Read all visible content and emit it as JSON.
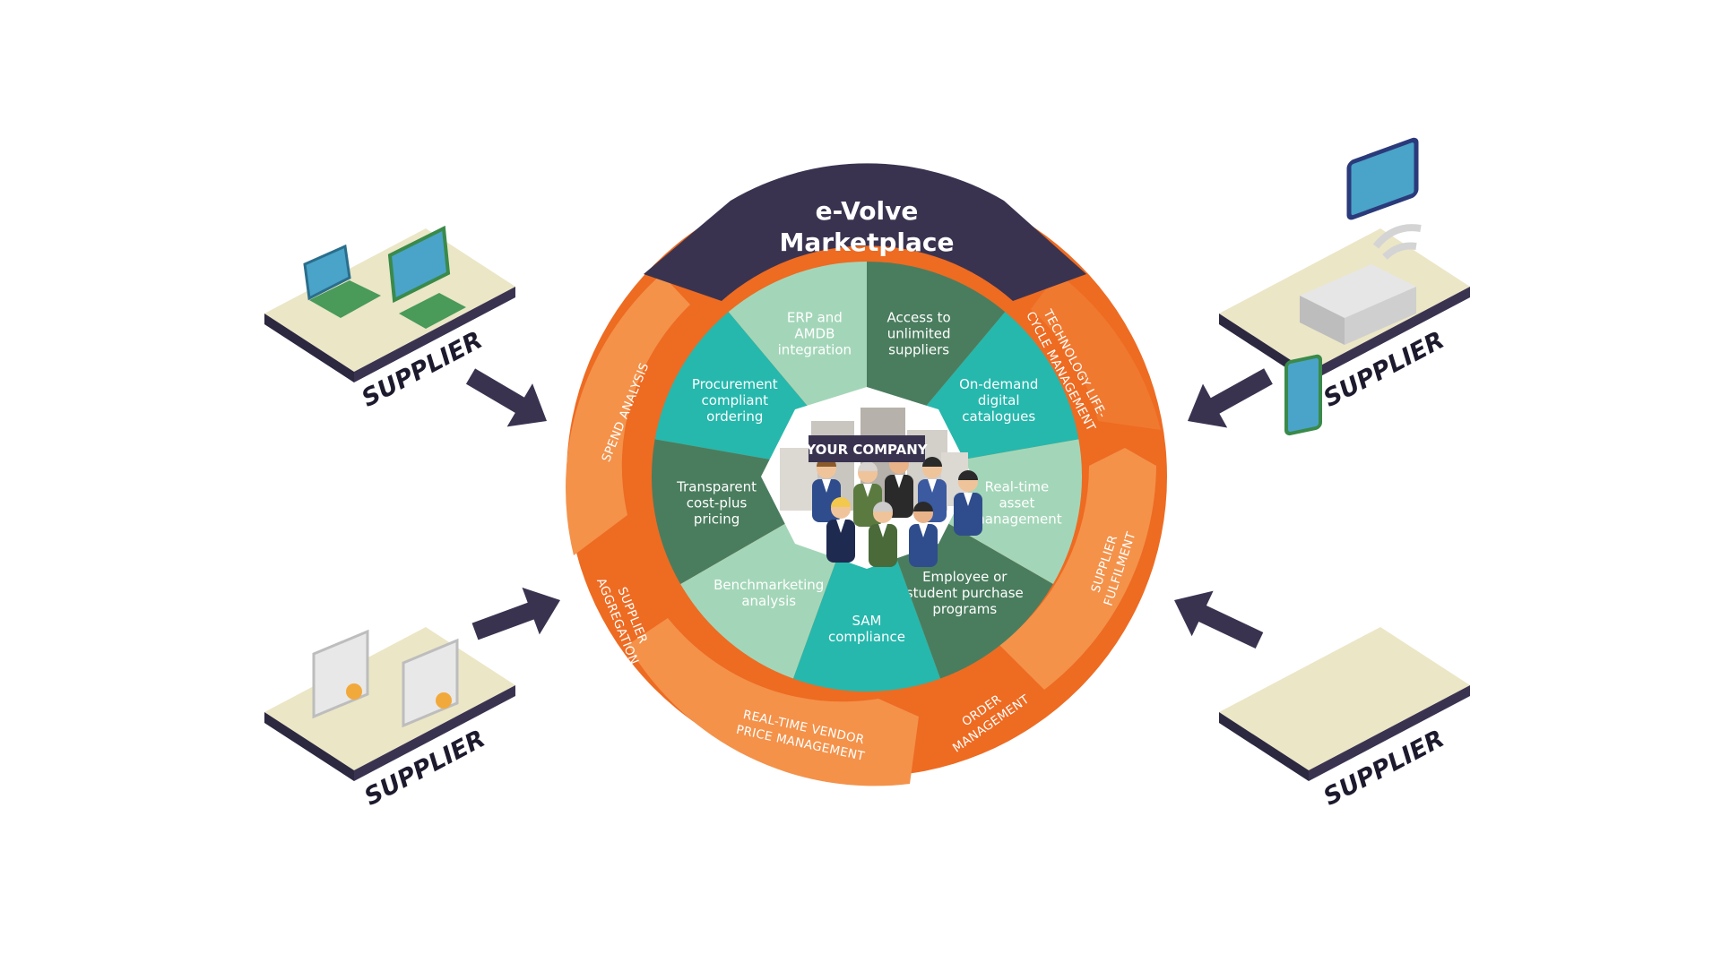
{
  "header": {
    "title_line1": "e-Volve",
    "title_line2": "Marketplace"
  },
  "center": {
    "label": "YOUR COMPANY"
  },
  "segments": [
    {
      "lines": [
        "Access to",
        "unlimited",
        "suppliers"
      ],
      "color": "#4a7d5e"
    },
    {
      "lines": [
        "On-demand",
        "digital",
        "catalogues"
      ],
      "color": "#26b8ad"
    },
    {
      "lines": [
        "Real-time",
        "asset",
        "management"
      ],
      "color": "#a3d6b8"
    },
    {
      "lines": [
        "Employee or",
        "student purchase",
        "programs"
      ],
      "color": "#4a7d5e"
    },
    {
      "lines": [
        "SAM",
        "compliance"
      ],
      "color": "#26b8ad"
    },
    {
      "lines": [
        "Benchmarketing",
        "analysis"
      ],
      "color": "#a3d6b8"
    },
    {
      "lines": [
        "Transparent",
        "cost-plus",
        "pricing"
      ],
      "color": "#4a7d5e"
    },
    {
      "lines": [
        "Procurement",
        "compliant",
        "ordering"
      ],
      "color": "#26b8ad"
    },
    {
      "lines": [
        "ERP and",
        "AMDB",
        "integration"
      ],
      "color": "#a3d6b8"
    }
  ],
  "ring": [
    {
      "lines": [
        "TECHNOLOGY LIFE-",
        "CYCLE MANAGEMENT"
      ]
    },
    {
      "lines": [
        "SUPPLIER",
        "FULFILMENT"
      ]
    },
    {
      "lines": [
        "ORDER",
        "MANAGEMENT"
      ]
    },
    {
      "lines": [
        "REAL-TIME VENDOR",
        "PRICE MANAGEMENT"
      ]
    },
    {
      "lines": [
        "SUPPLIER",
        "AGGREGATION"
      ]
    },
    {
      "lines": [
        "SPEND ANALYSIS"
      ]
    }
  ],
  "suppliers": [
    {
      "label": "SUPPLIER",
      "icon": "laptop-desktop-icon"
    },
    {
      "label": "SUPPLIER",
      "icon": "router-wifi-icon"
    },
    {
      "label": "SUPPLIER",
      "icon": "certificate-icon"
    },
    {
      "label": "SUPPLIER",
      "icon": "phone-tablet-icon"
    }
  ],
  "colors": {
    "navy": "#3a3350",
    "orange_dark": "#ee6b22",
    "orange_light": "#f4924a",
    "teal": "#26b8ad",
    "green_dark": "#4a7d5e",
    "green_light": "#a3d6b8",
    "platform": "#ebe6c6"
  }
}
